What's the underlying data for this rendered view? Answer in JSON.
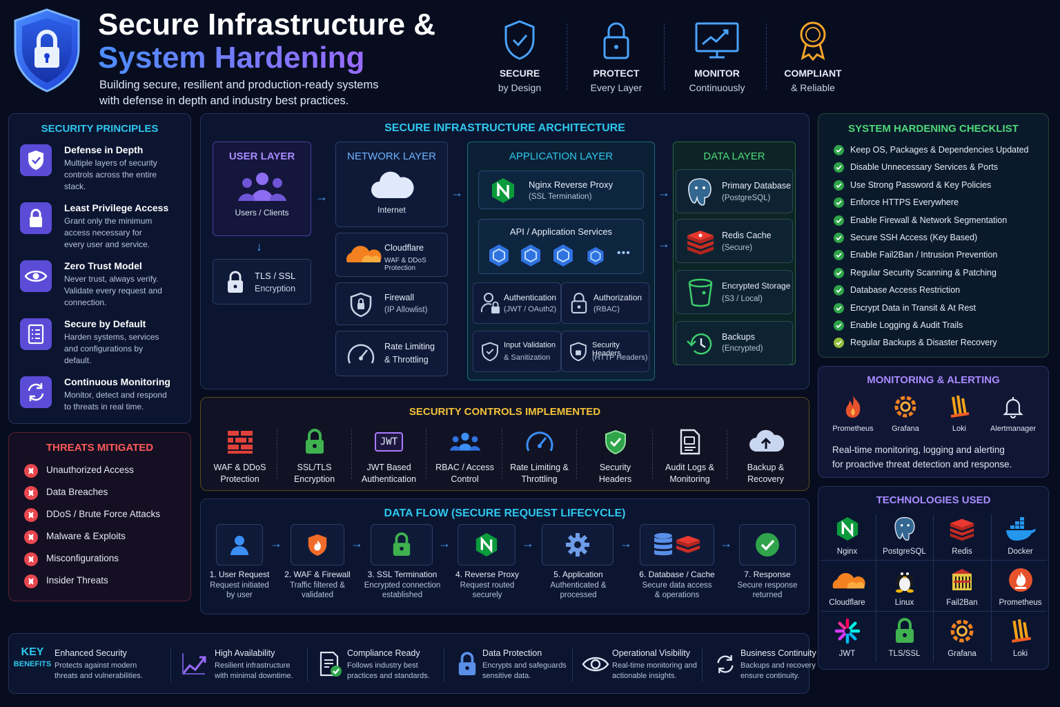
{
  "header": {
    "title_line1": "Secure Infrastructure &",
    "title_line2": "System Hardening",
    "subtitle_line1": "Building secure, resilient and production-ready systems",
    "subtitle_line2": "with defense in depth and industry best practices.",
    "pillars": [
      {
        "title": "SECURE",
        "sub": "by Design",
        "icon": "shield-check-icon"
      },
      {
        "title": "PROTECT",
        "sub": "Every Layer",
        "icon": "padlock-icon"
      },
      {
        "title": "MONITOR",
        "sub": "Continuously",
        "icon": "monitor-chart-icon"
      },
      {
        "title": "COMPLIANT",
        "sub": "& Reliable",
        "icon": "award-badge-icon"
      }
    ]
  },
  "principles": {
    "title": "SECURITY PRINCIPLES",
    "items": [
      {
        "name": "Defense in Depth",
        "desc": [
          "Multiple layers of security",
          "controls across the entire",
          "stack."
        ],
        "icon": "shield-check-icon"
      },
      {
        "name": "Least Privilege Access",
        "desc": [
          "Grant only the minimum",
          "access necessary for",
          "every user and service."
        ],
        "icon": "padlock-icon"
      },
      {
        "name": "Zero Trust Model",
        "desc": [
          "Never trust, always verify.",
          "Validate every request and",
          "connection."
        ],
        "icon": "eye-icon"
      },
      {
        "name": "Secure by Default",
        "desc": [
          "Harden systems, services",
          "and configurations by",
          "default."
        ],
        "icon": "checklist-icon"
      },
      {
        "name": "Continuous Monitoring",
        "desc": [
          "Monitor, detect and respond",
          "to threats in real time."
        ],
        "icon": "refresh-icon"
      }
    ]
  },
  "threats": {
    "title": "THREATS MITIGATED",
    "items": [
      "Unauthorized Access",
      "Data Breaches",
      "DDoS / Brute Force Attacks",
      "Malware & Exploits",
      "Misconfigurations",
      "Insider Threats"
    ]
  },
  "architecture": {
    "title": "SECURE INFRASTRUCTURE ARCHITECTURE",
    "user_layer": {
      "title": "USER LAYER",
      "users": "Users / Clients",
      "tls_line1": "TLS / SSL",
      "tls_line2": "Encryption"
    },
    "network_layer": {
      "title": "NETWORK LAYER",
      "internet": "Internet",
      "items": [
        {
          "name": "Cloudflare",
          "sub": "WAF & DDoS Protection"
        },
        {
          "name": "Firewall",
          "sub": "(IP Allowlist)"
        },
        {
          "name": "Rate Limiting",
          "sub": "& Throttling"
        }
      ]
    },
    "application_layer": {
      "title": "APPLICATION LAYER",
      "proxy": {
        "name": "Nginx Reverse Proxy",
        "sub": "(SSL Termination)"
      },
      "api": "API / Application Services",
      "more": "•••",
      "cells": [
        {
          "name": "Authentication",
          "sub": "(JWT / OAuth2)"
        },
        {
          "name": "Authorization",
          "sub": "(RBAC)"
        },
        {
          "name": "Input Validation",
          "sub": "& Sanitization"
        },
        {
          "name": "Security Headers",
          "sub": "(HTTP Headers)"
        }
      ]
    },
    "data_layer": {
      "title": "DATA LAYER",
      "items": [
        {
          "name": "Primary Database",
          "sub": "(PostgreSQL)"
        },
        {
          "name": "Redis Cache",
          "sub": "(Secure)"
        },
        {
          "name": "Encrypted Storage",
          "sub": "(S3 / Local)"
        },
        {
          "name": "Backups",
          "sub": "(Encrypted)"
        }
      ]
    }
  },
  "controls": {
    "title": "SECURITY CONTROLS IMPLEMENTED",
    "jwt_text": "JWT",
    "items": [
      {
        "l1": "WAF & DDoS",
        "l2": "Protection"
      },
      {
        "l1": "SSL/TLS",
        "l2": "Encryption"
      },
      {
        "l1": "JWT Based",
        "l2": "Authentication"
      },
      {
        "l1": "RBAC / Access",
        "l2": "Control"
      },
      {
        "l1": "Rate Limiting &",
        "l2": "Throttling"
      },
      {
        "l1": "Security",
        "l2": "Headers"
      },
      {
        "l1": "Audit Logs &",
        "l2": "Monitoring"
      },
      {
        "l1": "Backup &",
        "l2": "Recovery"
      }
    ]
  },
  "dataflow": {
    "title": "DATA FLOW (SECURE REQUEST LIFECYCLE)",
    "steps": [
      {
        "title": "1. User Request",
        "d1": "Request initiated",
        "d2": "by user"
      },
      {
        "title": "2. WAF & Firewall",
        "d1": "Traffic filtered &",
        "d2": "validated"
      },
      {
        "title": "3. SSL Termination",
        "d1": "Encrypted connection",
        "d2": "established"
      },
      {
        "title": "4. Reverse Proxy",
        "d1": "Request routed",
        "d2": "securely"
      },
      {
        "title": "5. Application",
        "d1": "Authenticated &",
        "d2": "processed"
      },
      {
        "title": "6. Database / Cache",
        "d1": "Secure data access",
        "d2": "& operations"
      },
      {
        "title": "7. Response",
        "d1": "Secure response",
        "d2": "returned"
      }
    ]
  },
  "benefits": {
    "label1": "KEY",
    "label2": "BENEFITS",
    "items": [
      {
        "title": "Enhanced Security",
        "d1": "Protects against modern",
        "d2": "threats and vulnerabilities."
      },
      {
        "title": "High Availability",
        "d1": "Resilient infrastructure",
        "d2": "with minimal downtime."
      },
      {
        "title": "Compliance Ready",
        "d1": "Follows industry best",
        "d2": "practices and standards."
      },
      {
        "title": "Data Protection",
        "d1": "Encrypts and safeguards",
        "d2": "sensitive data."
      },
      {
        "title": "Operational Visibility",
        "d1": "Real-time monitoring and",
        "d2": "actionable insights."
      },
      {
        "title": "Business Continuity",
        "d1": "Backups and recovery",
        "d2": "ensure continuity."
      }
    ]
  },
  "checklist": {
    "title": "SYSTEM HARDENING CHECKLIST",
    "items": [
      "Keep OS, Packages & Dependencies Updated",
      "Disable Unnecessary Services & Ports",
      "Use Strong Password & Key Policies",
      "Enforce HTTPS Everywhere",
      "Enable Firewall & Network Segmentation",
      "Secure SSH Access (Key Based)",
      "Enable Fail2Ban / Intrusion Prevention",
      "Regular Security Scanning & Patching",
      "Database Access Restriction",
      "Encrypt Data in Transit & At Rest",
      "Enable Logging & Audit Trails",
      "Regular Backups & Disaster Recovery"
    ]
  },
  "monitoring": {
    "title": "MONITORING & ALERTING",
    "tools": [
      "Prometheus",
      "Grafana",
      "Loki",
      "Alertmanager"
    ],
    "desc1": "Real-time monitoring, logging and alerting",
    "desc2": "for proactive threat detection and response."
  },
  "technologies": {
    "title": "TECHNOLOGIES USED",
    "items": [
      "Nginx",
      "PostgreSQL",
      "Redis",
      "Docker",
      "Cloudflare",
      "Linux",
      "Fail2Ban",
      "Prometheus",
      "JWT",
      "TLS/SSL",
      "Grafana",
      "Loki"
    ]
  },
  "colors": {
    "background": "#070d1f",
    "cyan": "#2fc7ee",
    "green": "#4fd87a",
    "purple": "#a98bff",
    "red": "#ff5a5a",
    "yellow": "#f4c23a",
    "blue": "#4aa3ff"
  }
}
